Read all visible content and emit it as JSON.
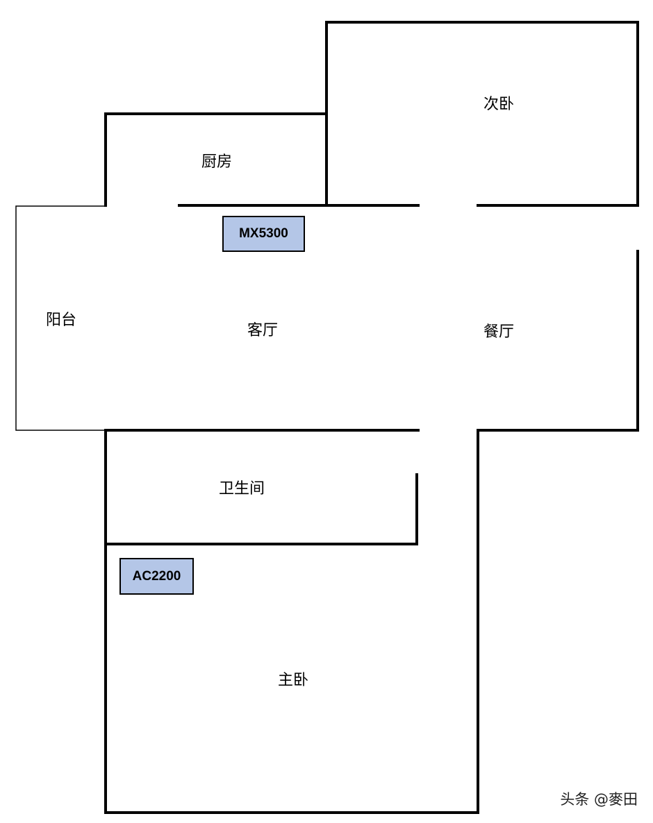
{
  "rooms": {
    "second_bedroom": "次卧",
    "kitchen": "厨房",
    "balcony": "阳台",
    "living_room": "客厅",
    "dining_room": "餐厅",
    "bathroom": "卫生间",
    "master_bedroom": "主卧"
  },
  "devices": {
    "router_main": "MX5300",
    "router_node": "AC2200",
    "fill_color": "#b4c6e7"
  },
  "watermark": "头条 @麥田"
}
